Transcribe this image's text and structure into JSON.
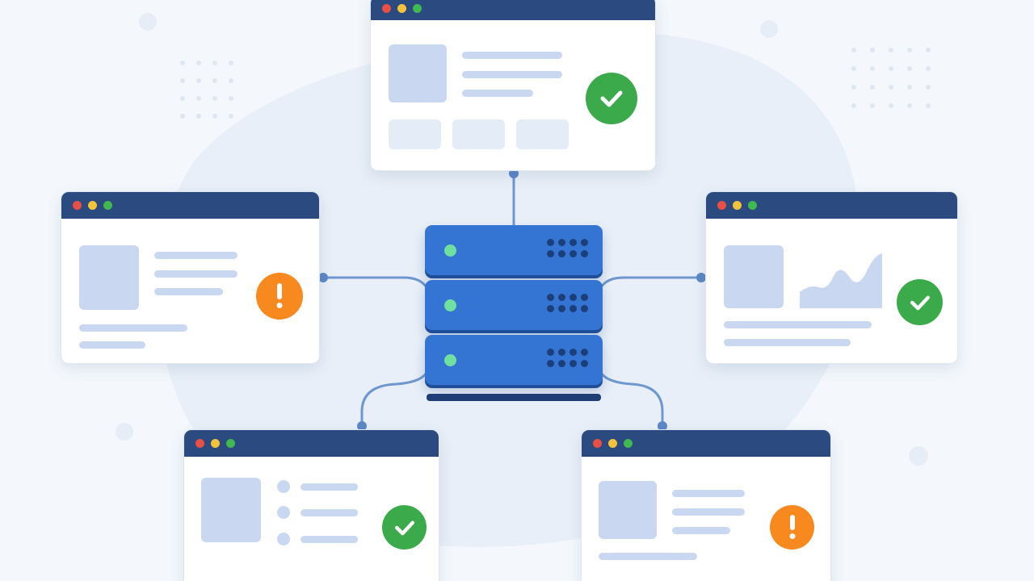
{
  "colors": {
    "background": "#f4f8fc",
    "titlebar": "#2b4a7f",
    "server": "#3474d2",
    "server_shadow": "#1f4f99",
    "led": "#6fe0a0",
    "ok": "#3aaa4a",
    "warn": "#f7891e",
    "placeholder": "#c9d8f0",
    "connector": "#6e97cf"
  },
  "window_controls": [
    "close-dot",
    "minimize-dot",
    "maximize-dot"
  ],
  "server": {
    "icon": "server-stack-icon",
    "units": 3,
    "led_color": "#6fe0a0"
  },
  "clients": [
    {
      "id": "top",
      "status": "ok",
      "status_icon": "checkmark-icon"
    },
    {
      "id": "left",
      "status": "warning",
      "status_icon": "exclamation-icon"
    },
    {
      "id": "right",
      "status": "ok",
      "status_icon": "checkmark-icon"
    },
    {
      "id": "bottom-left",
      "status": "ok",
      "status_icon": "checkmark-icon"
    },
    {
      "id": "bottom-right",
      "status": "warning",
      "status_icon": "exclamation-icon"
    }
  ]
}
